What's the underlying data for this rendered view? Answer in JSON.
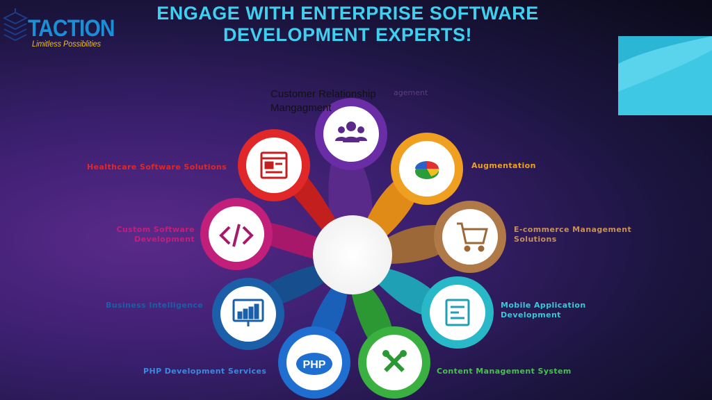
{
  "header": {
    "title_line1": "ENGAGE WITH ENTERPRISE SOFTWARE",
    "title_line2": "DEVELOPMENT EXPERTS!",
    "title_color": "#3fd0f0"
  },
  "logo": {
    "word": "TACTION",
    "tagline": "Limitless Possiblities",
    "word_color": "#1b8fd6",
    "tagline_color": "#f2c21a"
  },
  "overlay": {
    "line1": "Customer Relationship",
    "line2": "Mangagment",
    "ghost": "agement"
  },
  "services": [
    {
      "name": "Customer Relationship Mangagment",
      "icon": "people-icon",
      "color": "#6a2da6"
    },
    {
      "name": "Augmentation",
      "icon": "pie-chart-icon",
      "color": "#f0a020"
    },
    {
      "name": "E-commerce Management Solutions",
      "label1": "E-commerce Management",
      "label2": "Solutions",
      "icon": "shopping-cart-icon",
      "color": "#b07a48"
    },
    {
      "name": "Mobile Application Development",
      "label1": "Mobile Application",
      "label2": "Development",
      "icon": "document-icon",
      "color": "#28b8c8"
    },
    {
      "name": "Content Management System",
      "icon": "tools-icon",
      "color": "#3ab040"
    },
    {
      "name": "PHP Development Services",
      "icon": "php-icon",
      "badge": "PHP",
      "color": "#1f6fd0"
    },
    {
      "name": "Business Intelligence",
      "icon": "bar-chart-icon",
      "color": "#1a5fa8"
    },
    {
      "name": "Custom Software Development",
      "label1": "Custom Software",
      "label2": "Development",
      "icon": "code-icon",
      "color": "#c21f7a"
    },
    {
      "name": "Healthcare Software Solutions",
      "icon": "form-icon",
      "color": "#e02828"
    }
  ]
}
